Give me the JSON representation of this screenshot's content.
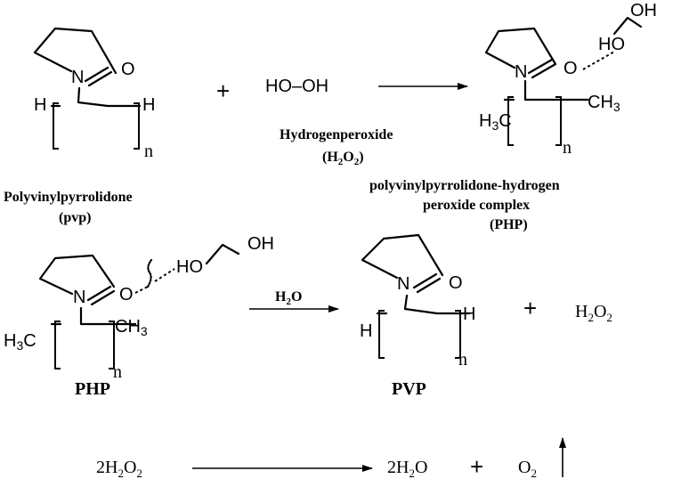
{
  "atoms": {
    "N": "N",
    "O": "O",
    "H": "H",
    "n": "n",
    "HO": "HO",
    "OH": "OH",
    "CH3": "CH",
    "H3C": "H",
    "C": "C",
    "three": "3"
  },
  "row1": {
    "plus": "+",
    "peroxide_formula": "HO–OH",
    "peroxide_name": "Hydrogenperoxide",
    "peroxide_abbr": [
      "(H",
      "2",
      "O",
      "2",
      ")"
    ],
    "pvp_name": "Polyvinylpyrrolidone",
    "pvp_abbr": "(pvp)",
    "php_name_line1": "polyvinylpyrrolidone-hydrogen",
    "php_name_line2": "peroxide complex",
    "php_abbr": "(PHP)"
  },
  "row2": {
    "reagent": [
      "H",
      "2",
      "O"
    ],
    "php_label": "PHP",
    "pvp_label": "PVP",
    "plus": "+",
    "product": [
      "H",
      "2",
      "O",
      "2"
    ]
  },
  "row3": {
    "reactant": [
      "2H",
      "2",
      "O",
      "2"
    ],
    "product1": [
      "2H",
      "2",
      "O"
    ],
    "plus": "+",
    "product2": [
      "O",
      "2"
    ]
  }
}
